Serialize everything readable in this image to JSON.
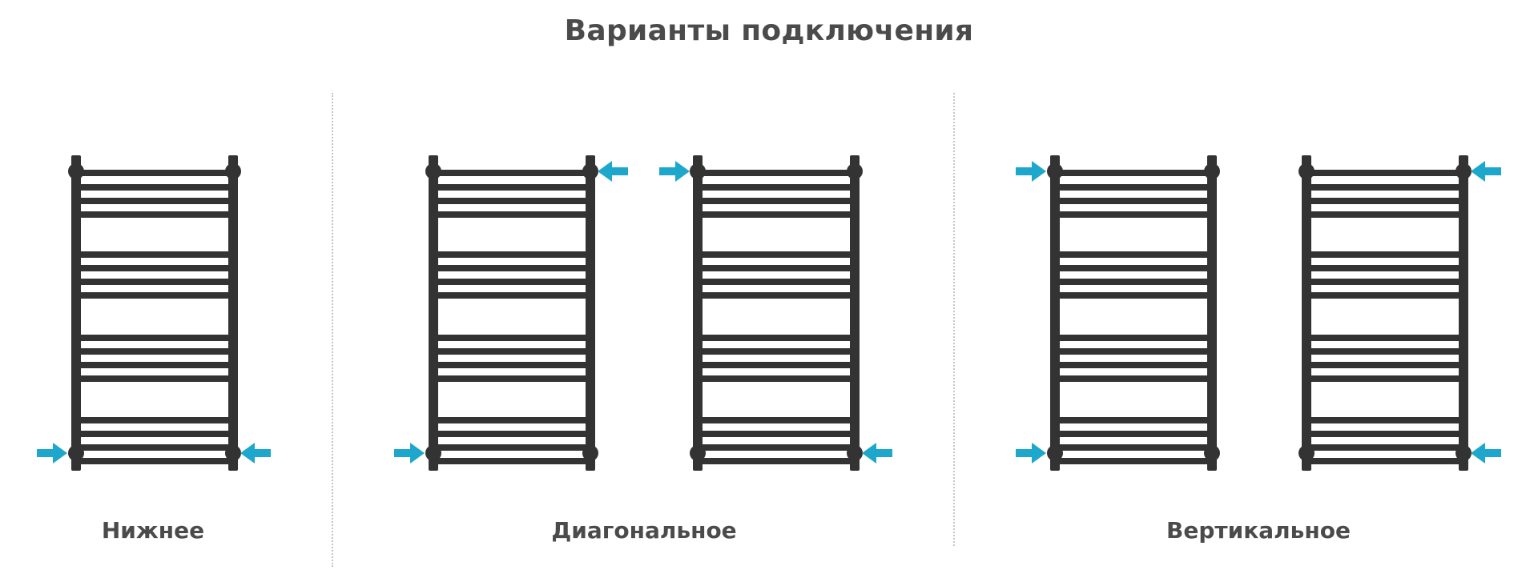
{
  "title": "Варианты подключения",
  "groups": [
    {
      "label": "Нижнее"
    },
    {
      "label": "Диагональное"
    },
    {
      "label": "Вертикальное"
    }
  ],
  "colors": {
    "radiator": "#333333",
    "arrow": "#1ea7cc",
    "text": "#4b4b4b",
    "divider": "#c6c6c6"
  }
}
